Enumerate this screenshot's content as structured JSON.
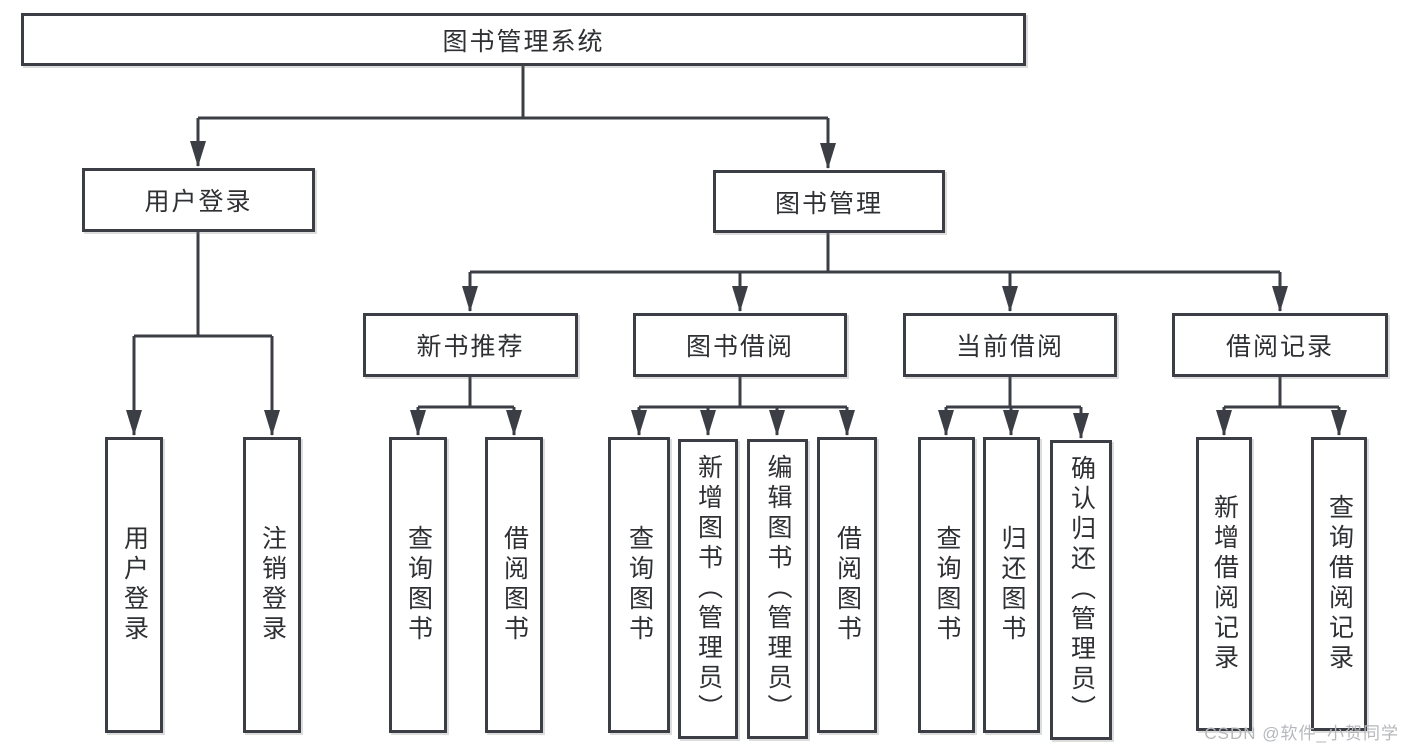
{
  "diagram": {
    "tree": {
      "label": "图书管理系统",
      "children": [
        {
          "label": "用户登录",
          "children": [
            {
              "label": "用户登录"
            },
            {
              "label": "注销登录"
            }
          ]
        },
        {
          "label": "图书管理",
          "children": [
            {
              "label": "新书推荐",
              "children": [
                {
                  "label": "查询图书"
                },
                {
                  "label": "借阅图书"
                }
              ]
            },
            {
              "label": "图书借阅",
              "children": [
                {
                  "label": "查询图书"
                },
                {
                  "label": "新增图书（管理员）"
                },
                {
                  "label": "编辑图书（管理员）"
                },
                {
                  "label": "借阅图书"
                }
              ]
            },
            {
              "label": "当前借阅",
              "children": [
                {
                  "label": "查询图书"
                },
                {
                  "label": "归还图书"
                },
                {
                  "label": "确认归还（管理员）"
                }
              ]
            },
            {
              "label": "借阅记录",
              "children": [
                {
                  "label": "新增借阅记录"
                },
                {
                  "label": "查询借阅记录"
                }
              ]
            }
          ]
        }
      ]
    },
    "colors": {
      "line": "#3b3f45",
      "text": "#2f3033",
      "background": "#ffffff",
      "watermark": "#b6b8bc"
    },
    "watermark": "CSDN @软件_小贺同学"
  }
}
